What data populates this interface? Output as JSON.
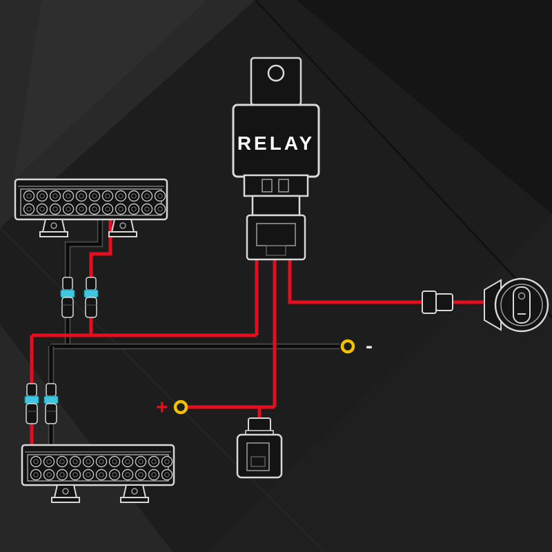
{
  "diagram": {
    "relay_label": "RELAY",
    "plus_label": "+",
    "minus_label": "-",
    "components": [
      "led-light-bar-top",
      "led-light-bar-bottom",
      "relay-with-socket",
      "fuse-holder",
      "rocker-switch",
      "inline-connector",
      "bullet-connector-pair-upper",
      "bullet-connector-pair-lower",
      "battery-positive-ring-terminal",
      "battery-negative-ring-terminal"
    ]
  },
  "colors": {
    "bg": "#1d1d1d",
    "wire_red": "#e60d1e",
    "wire_black": "#0a0a0a",
    "wire_black_outline": "#4a4a4a",
    "connector_cyan": "#3ec7de",
    "terminal_yellow": "#f2c200",
    "outline": "#d9d9d9"
  },
  "lightbars": {
    "led_rows": 2,
    "led_cols": 11
  }
}
